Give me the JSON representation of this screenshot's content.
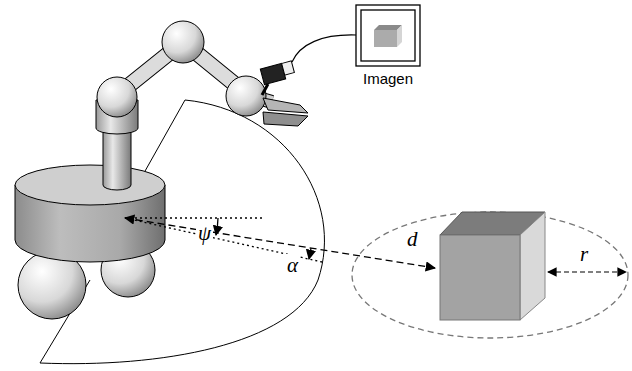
{
  "diagram": {
    "nodes": [
      {
        "text": [
          "Imagen"
        ]
      }
    ],
    "labels": [
      "ψ",
      "α",
      "d",
      "r"
    ]
  }
}
